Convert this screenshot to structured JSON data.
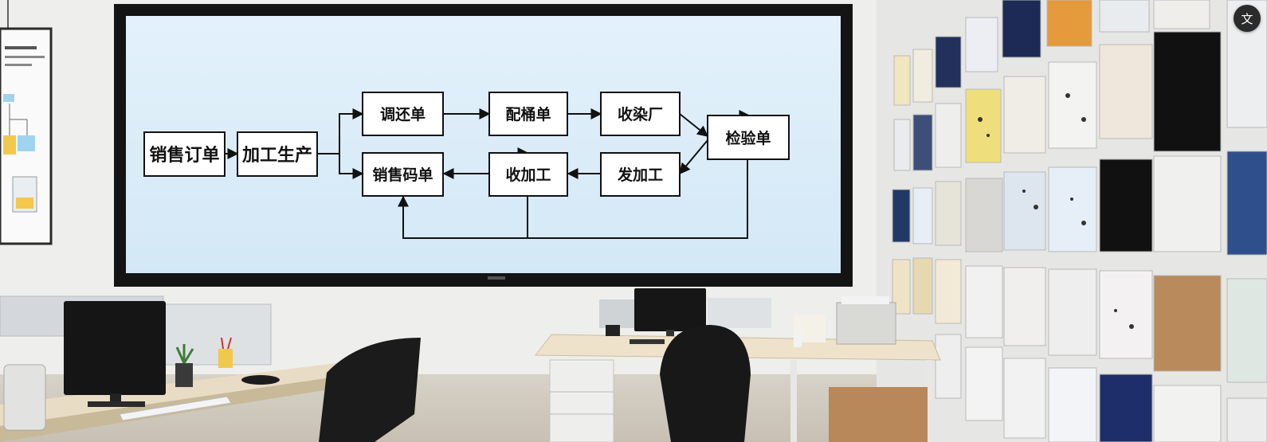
{
  "flowchart": {
    "nodes": {
      "sales_order": "销售订单",
      "processing": "加工生产",
      "transfer": "调还单",
      "bucket": "配桶单",
      "dye_receive": "收染厂",
      "inspection": "检验单",
      "send_process": "发加工",
      "receive_process": "收加工",
      "sales_code": "销售码单"
    }
  },
  "overlay": {
    "translate_icon_label": "文"
  },
  "colors": {
    "screen_bg": "#dceefa",
    "node_border": "#111111",
    "wall": "#eeefec",
    "desk": "#e8dcc5"
  }
}
